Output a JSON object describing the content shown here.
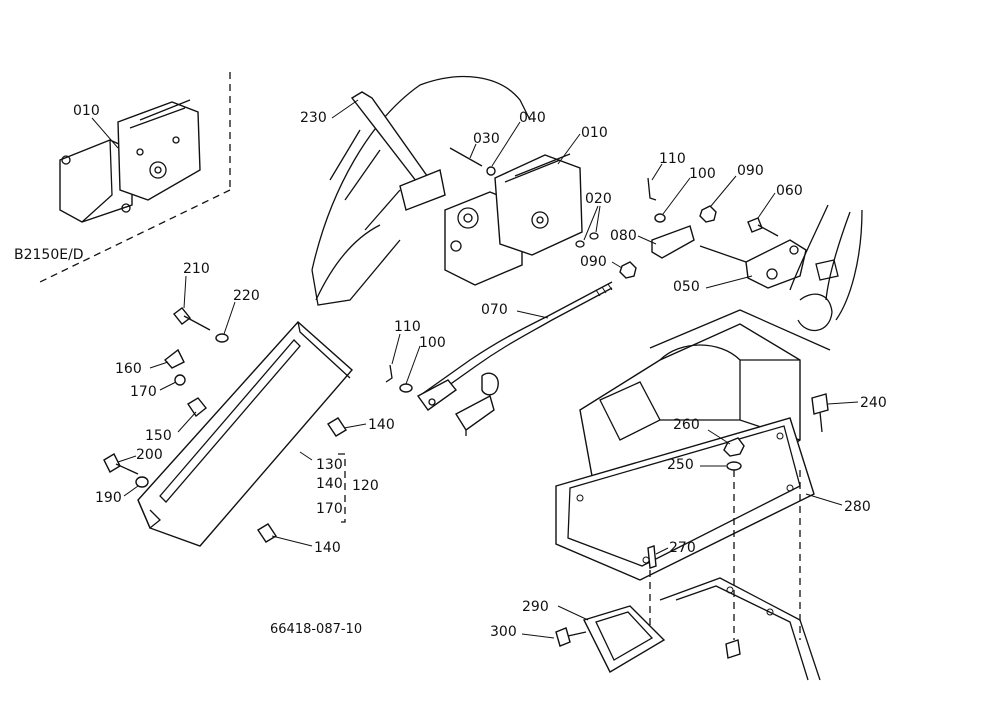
{
  "diagram": {
    "drawing_number": "66418-087-10",
    "variant_label": "B2150E/D",
    "part_labels": {
      "p010_inset": "010",
      "p230": "230",
      "p040": "040",
      "p030": "030",
      "p010": "010",
      "p020": "020",
      "p110_top": "110",
      "p100_top": "100",
      "p090_top": "090",
      "p060": "060",
      "p080": "080",
      "p090_mid": "090",
      "p050": "050",
      "p070": "070",
      "p210": "210",
      "p220": "220",
      "p110_mid": "110",
      "p100_mid": "100",
      "p160": "160",
      "p170_left": "170",
      "p150": "150",
      "p140_right": "140",
      "p200": "200",
      "p130": "130",
      "p140_stack": "140",
      "p120": "120",
      "p170_stack": "170",
      "p190": "190",
      "p140_bottom": "140",
      "p240": "240",
      "p260": "260",
      "p250": "250",
      "p280": "280",
      "p270": "270",
      "p290": "290",
      "p300": "300"
    }
  }
}
